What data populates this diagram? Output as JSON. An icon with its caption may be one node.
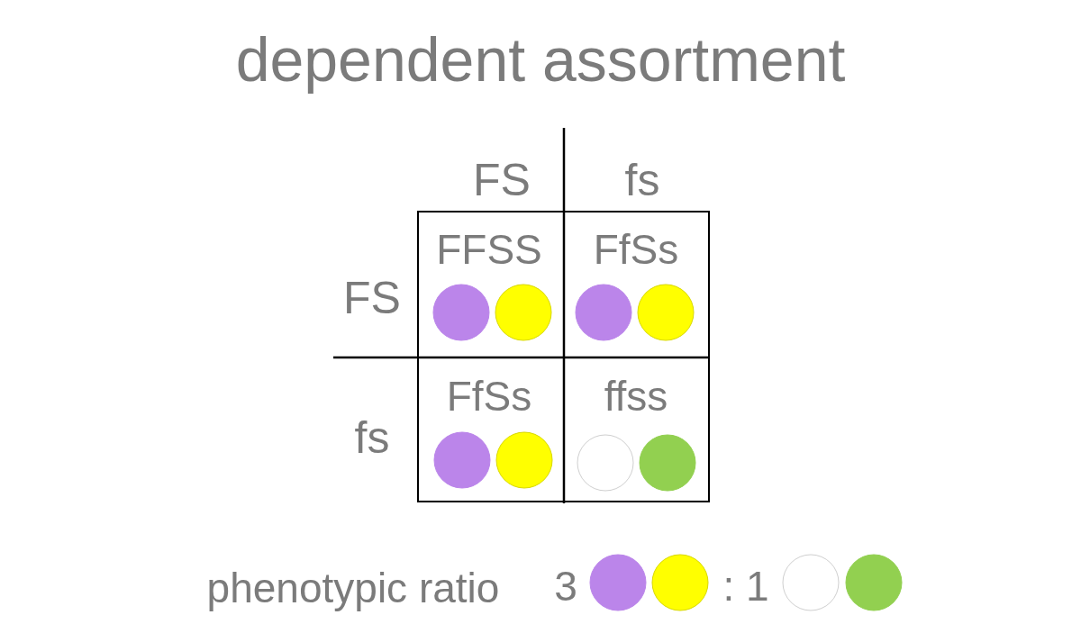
{
  "diagram": {
    "title": "dependent assortment",
    "labels": [
      "FS",
      "fs",
      "FS",
      "FFSS",
      "FfSs",
      "fs",
      "FfSs",
      "ffss",
      "phenotypic ratio",
      "3",
      ": 1"
    ]
  }
}
